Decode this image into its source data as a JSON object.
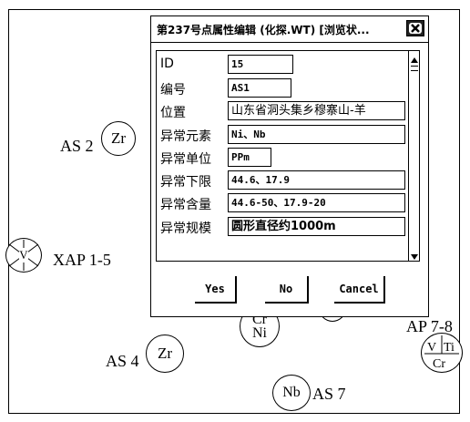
{
  "map": {
    "labels": {
      "as2": "AS 2",
      "xap": "XAP 1-5",
      "as4": "AS 4",
      "ap78": "AP 7-8",
      "as7": "AS 7"
    },
    "symbols": {
      "zr1": "Zr",
      "v": "V",
      "cr": "Cr",
      "ni": "Ni",
      "zr2": "Zr",
      "nb": "Nb",
      "v2": "V",
      "ti": "Ti",
      "cr2": "Cr"
    }
  },
  "dialog": {
    "title": "第237号点属性编辑 (化探.WT) [浏览状...",
    "fields": [
      {
        "label": "ID",
        "value": "15"
      },
      {
        "label": "编号",
        "value": "AS1"
      },
      {
        "label": "位置",
        "value": "山东省洞头集乡穆寨山-羊"
      },
      {
        "label": "异常元素",
        "value": "Ni、Nb"
      },
      {
        "label": "异常单位",
        "value": "PPm"
      },
      {
        "label": "异常下限",
        "value": "44.6、17.9"
      },
      {
        "label": "异常含量",
        "value": "44.6-50、17.9-20"
      },
      {
        "label": "异常规模",
        "value": "圆形直径约1000m"
      }
    ],
    "buttons": {
      "yes": "Yes",
      "no": "No",
      "cancel": "Cancel"
    }
  }
}
